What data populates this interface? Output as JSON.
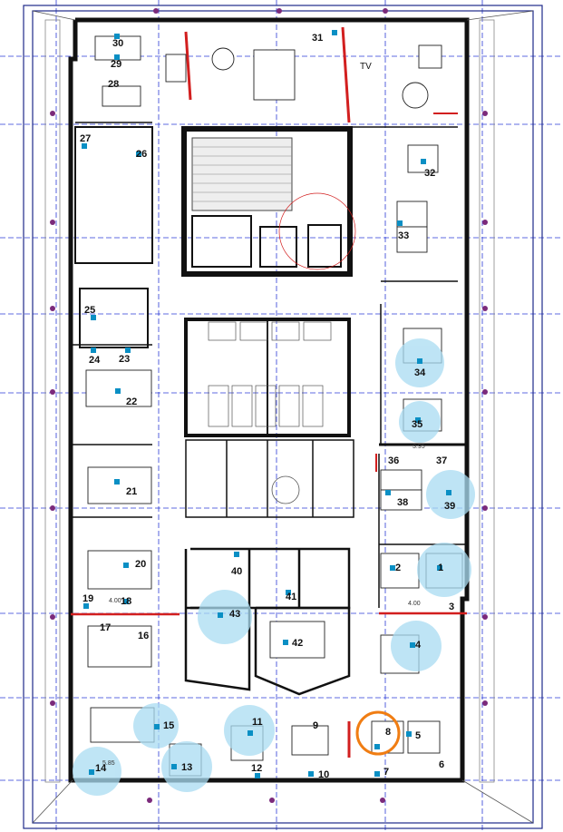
{
  "plan": {
    "tv_label": "TV",
    "dim_a": "3.95",
    "dim_b": "4.00",
    "dim_c": "4.00",
    "dim_d": "5.85",
    "accent_blue": "#0a8fc4",
    "highlight_blue": "#a9dcf2",
    "wall_red": "#d21f1f",
    "marker_orange": "#f07d13",
    "grid_blue": "#2b3bd6",
    "rooms": [
      "1",
      "2",
      "3",
      "4",
      "5",
      "6",
      "7",
      "8",
      "9",
      "10",
      "11",
      "12",
      "13",
      "14",
      "15",
      "16",
      "17",
      "18",
      "19",
      "20",
      "21",
      "22",
      "23",
      "24",
      "25",
      "26",
      "27",
      "28",
      "29",
      "30",
      "31",
      "32",
      "33",
      "34",
      "35",
      "36",
      "37",
      "38",
      "39",
      "40",
      "41",
      "42",
      "43"
    ]
  }
}
